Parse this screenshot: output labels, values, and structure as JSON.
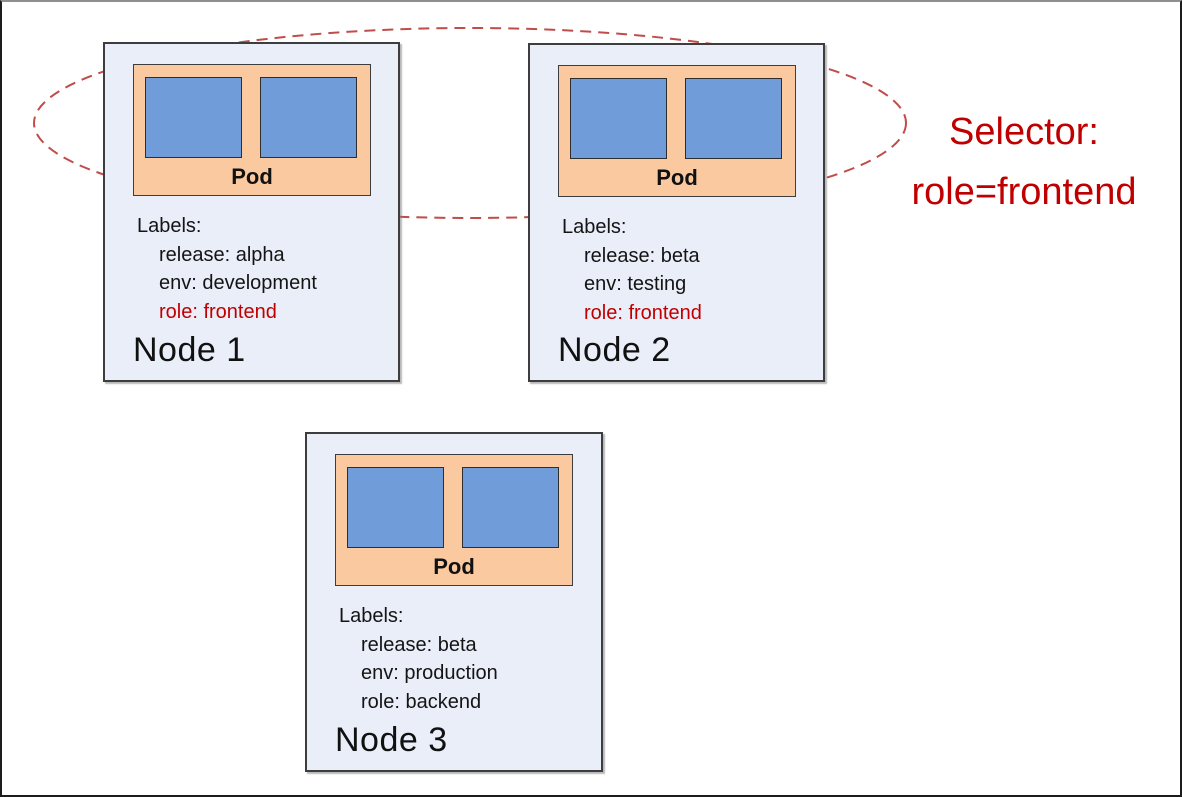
{
  "diagram": {
    "pod_label": "Pod",
    "labels_heading": "Labels:",
    "nodes": [
      {
        "title": "Node 1",
        "labels": [
          {
            "text": "release: alpha",
            "highlight": false
          },
          {
            "text": "env: development",
            "highlight": false
          },
          {
            "text": "role: frontend",
            "highlight": true
          }
        ]
      },
      {
        "title": "Node 2",
        "labels": [
          {
            "text": "release: beta",
            "highlight": false
          },
          {
            "text": "env: testing",
            "highlight": false
          },
          {
            "text": "role: frontend",
            "highlight": true
          }
        ]
      },
      {
        "title": "Node 3",
        "labels": [
          {
            "text": "release: beta",
            "highlight": false
          },
          {
            "text": "env: production",
            "highlight": false
          },
          {
            "text": "role: backend",
            "highlight": false
          }
        ]
      }
    ],
    "selector": {
      "line1": "Selector:",
      "line2": "role=frontend"
    },
    "colors": {
      "node_fill": "#e9eef8",
      "pod_fill": "#fac9a0",
      "container_fill": "#709dd9",
      "selector_text_red": "#c00000",
      "ellipse_red": "#bf4d4a",
      "border_dark": "#3d3d3d"
    }
  }
}
